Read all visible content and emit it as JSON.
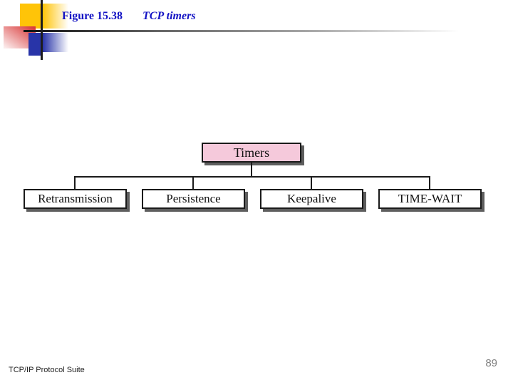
{
  "header": {
    "figure_label": "Figure 15.38",
    "figure_title": "TCP timers"
  },
  "diagram": {
    "type": "tree",
    "root": "Timers",
    "children": [
      "Retransmission",
      "Persistence",
      "Keepalive",
      "TIME-WAIT"
    ]
  },
  "footer": {
    "text": "TCP/IP Protocol Suite",
    "page_number": "89"
  },
  "colors": {
    "title_text": "#1313c4",
    "root_box_fill": "#f5c9db",
    "child_box_fill": "#ffffff",
    "box_border": "#1a1a1a",
    "box_shadow": "#5e5e5e",
    "connector_line": "#1a1a1a",
    "page_number_text": "#7f7f7f",
    "logo_yellow": "#ffc408",
    "logo_red": "#d93a3a",
    "logo_blue": "#2834a8"
  }
}
